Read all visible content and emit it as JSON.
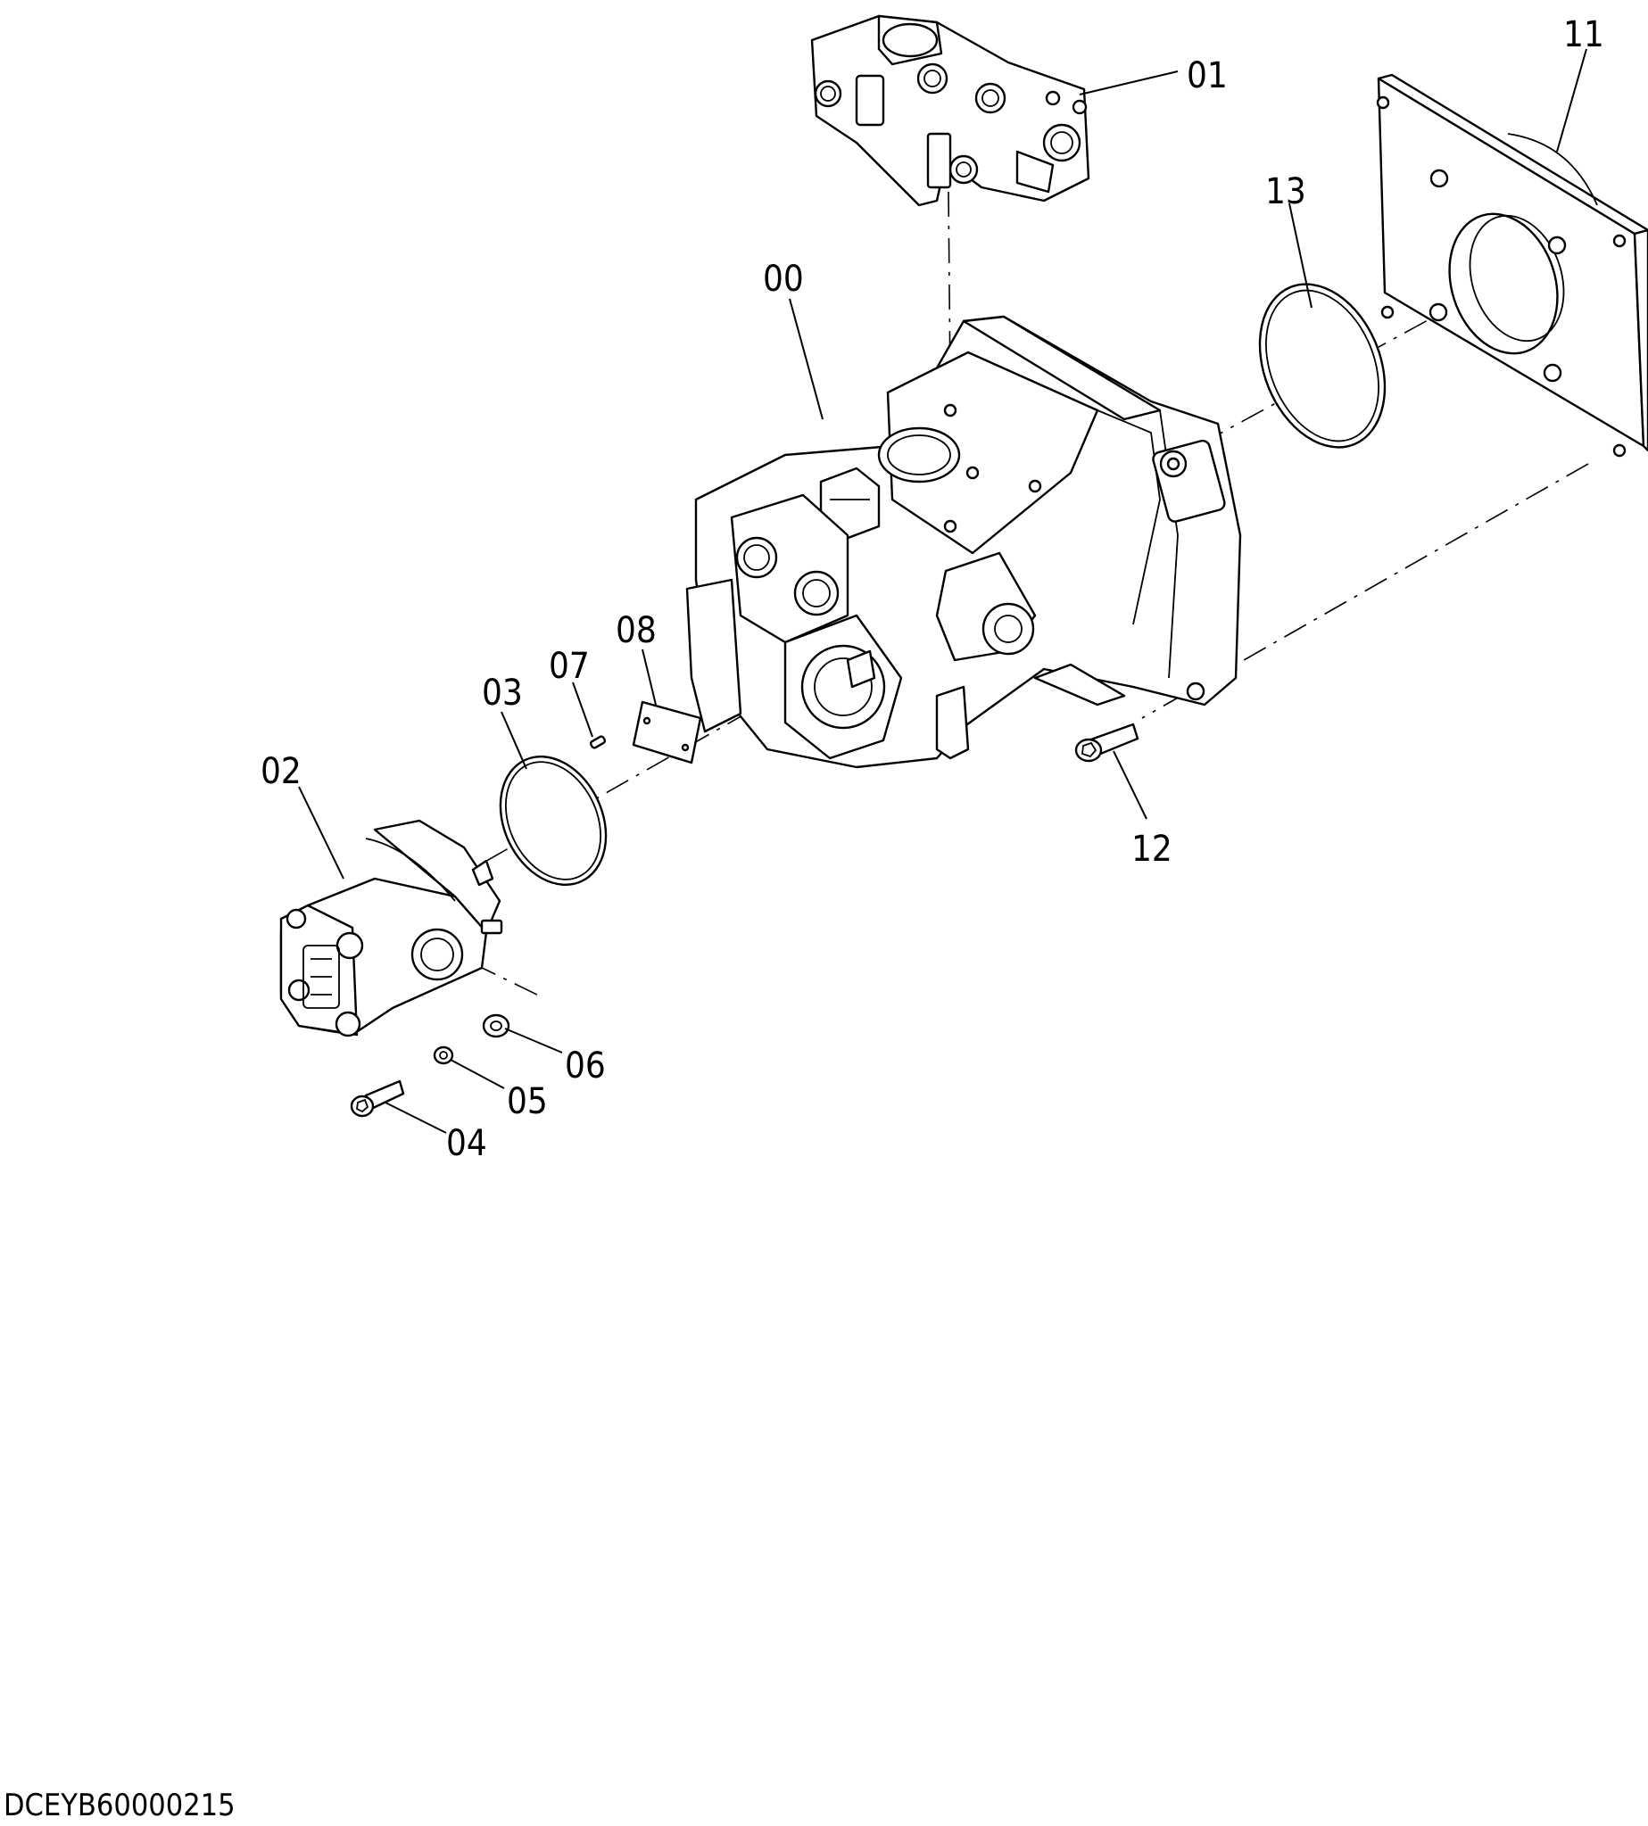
{
  "callouts": {
    "c00": "00",
    "c01": "01",
    "c02": "02",
    "c03": "03",
    "c04": "04",
    "c05": "05",
    "c06": "06",
    "c07": "07",
    "c08": "08",
    "c11": "11",
    "c12": "12",
    "c13": "13"
  },
  "document_id": "DCEYB60000215"
}
